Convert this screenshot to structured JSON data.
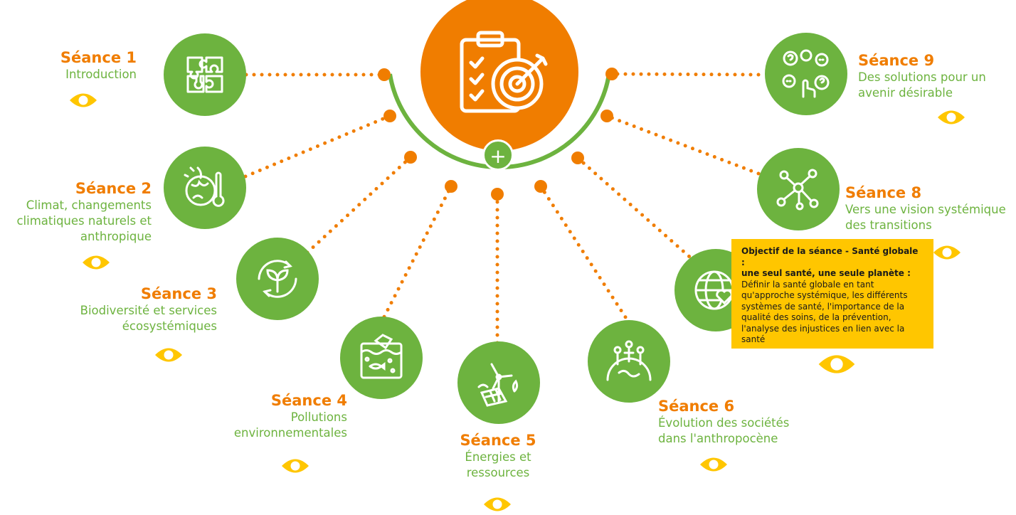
{
  "colors": {
    "orange": "#f07d00",
    "green": "#6db33f",
    "yellow": "#ffc600"
  },
  "hub": {
    "icon": "clipboard-target-icon",
    "plus_label": "+"
  },
  "sessions": [
    {
      "title": "Séance 1",
      "lines": [
        "Introduction"
      ],
      "icon": "puzzle-icon"
    },
    {
      "title": "Séance 2",
      "lines": [
        "Climat, changements",
        "climatiques naturels et",
        "anthropique"
      ],
      "icon": "earth-thermometer-icon"
    },
    {
      "title": "Séance 3",
      "lines": [
        "Biodiversité  et services",
        "écosystémiques"
      ],
      "icon": "recycle-leaf-icon"
    },
    {
      "title": "Séance 4",
      "lines": [
        "Pollutions",
        "environnementales"
      ],
      "icon": "polluted-water-icon"
    },
    {
      "title": "Séance 5",
      "lines": [
        "Énergies et",
        "ressources"
      ],
      "icon": "wind-solar-icon"
    },
    {
      "title": "Séance 6",
      "lines": [
        "Évolution des sociétés",
        "dans l'anthropocène"
      ],
      "icon": "people-globe-icon"
    },
    {
      "title": "",
      "lines": [],
      "icon": "globe-heart-icon"
    },
    {
      "title": "Séance 8",
      "lines": [
        "Vers une vision systémique",
        "des transitions"
      ],
      "icon": "network-icon"
    },
    {
      "title": "Séance 9",
      "lines": [
        "Des solutions pour un",
        "avenir désirable"
      ],
      "icon": "ideas-hand-icon"
    }
  ],
  "tooltip": {
    "title_lines": [
      "Objectif de la séance - Santé globale :",
      "une seul santé, une seule planète :"
    ],
    "body_lines": [
      "Définir la santé globale en tant",
      "qu'approche systémique, les différents",
      "systèmes de santé, l'importance de la",
      "qualité des soins, de la prévention,",
      "l'analyse des injustices en lien avec la",
      "santé"
    ]
  }
}
